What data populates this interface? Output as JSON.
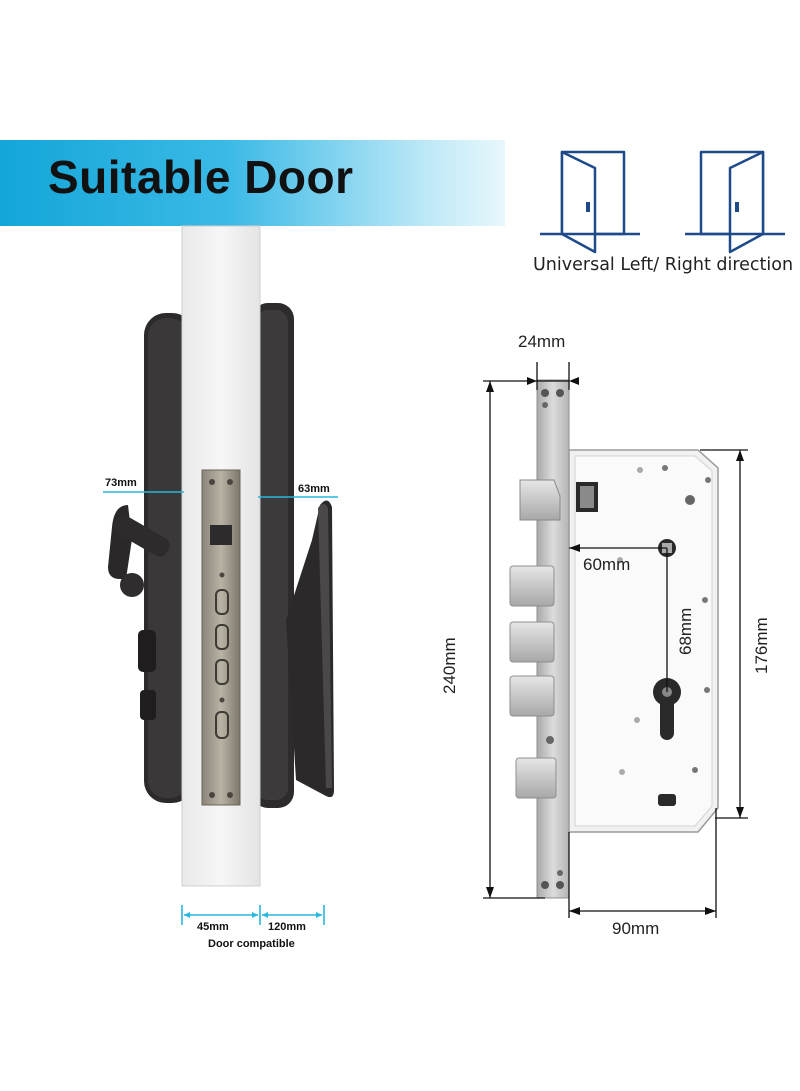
{
  "banner": {
    "title": "Suitable Door",
    "color_start": "#14a6d8",
    "color_end": "#e8f7fc"
  },
  "direction": {
    "caption": "Universal Left/ Right direction",
    "icon_color": "#1f4a8a"
  },
  "door_view": {
    "dim_left": "73mm",
    "dim_right": "63mm",
    "thickness_min": "45mm",
    "thickness_max": "120mm",
    "compat_label": "Door compatible",
    "dim_line_color": "#27b6e0"
  },
  "mortise": {
    "faceplate_width": "24mm",
    "total_height": "240mm",
    "backset": "60mm",
    "center_distance": "68mm",
    "case_height": "176mm",
    "case_width": "90mm"
  }
}
